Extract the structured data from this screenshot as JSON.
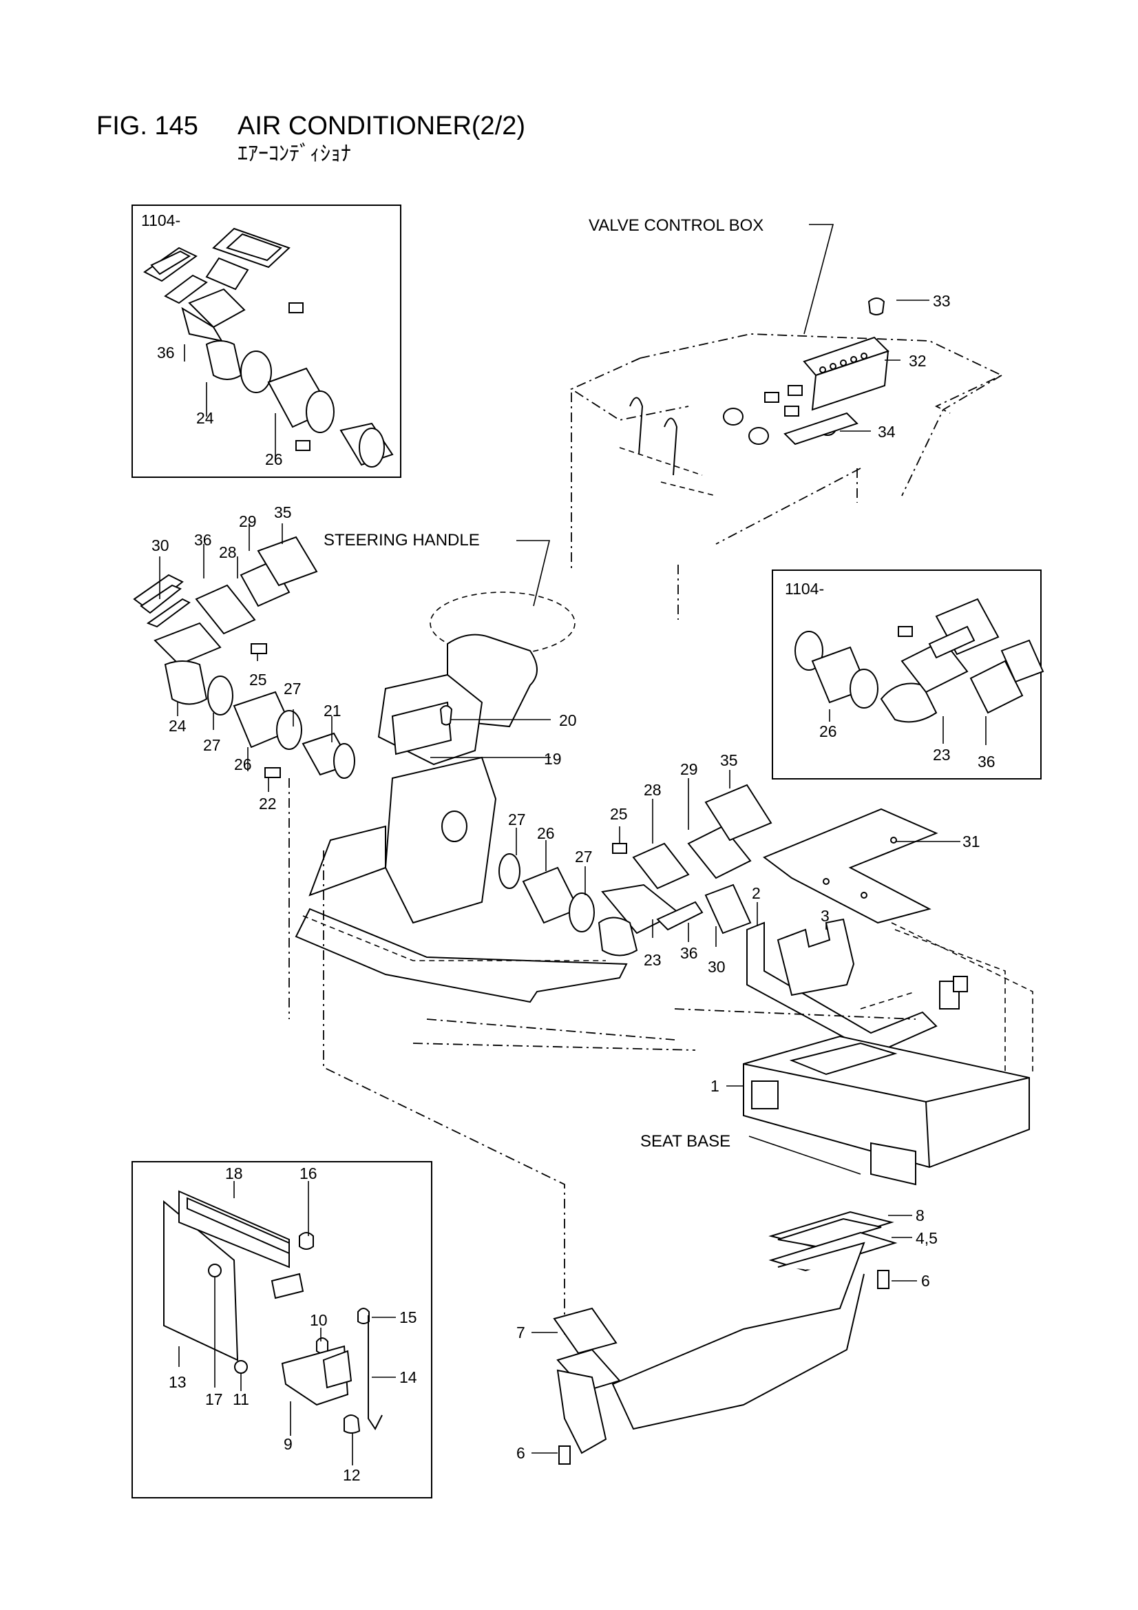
{
  "header": {
    "fig_number": "FIG. 145",
    "title": "AIR CONDITIONER(2/2)",
    "subtitle_jp": "ｴｱｰｺﾝﾃﾞｨｼｮﾅ"
  },
  "labels": {
    "valve_control_box": "VALVE CONTROL BOX",
    "steering_handle": "STEERING HANDLE",
    "seat_base": "SEAT BASE"
  },
  "inset_boxes": [
    {
      "serial": "1104-",
      "callouts": [
        "36",
        "24",
        "26"
      ]
    },
    {
      "serial": "1104-",
      "callouts": [
        "26",
        "23",
        "36"
      ]
    },
    {
      "serial": "",
      "callouts": [
        "18",
        "16",
        "10",
        "15",
        "14",
        "13",
        "17",
        "11",
        "9",
        "12"
      ]
    }
  ],
  "callouts": {
    "c33": "33",
    "c32": "32",
    "c34": "34",
    "c30a": "30",
    "c36a": "36",
    "c28a": "28",
    "c29a": "29",
    "c35a": "35",
    "c25a": "25",
    "c24": "24",
    "c27a": "27",
    "c27b": "27",
    "c21": "21",
    "c26a": "26",
    "c22": "22",
    "c20": "20",
    "c19": "19",
    "c28b": "28",
    "c29b": "29",
    "c35b": "35",
    "c25b": "25",
    "c27c": "27",
    "c26b": "26",
    "c27d": "27",
    "c31": "31",
    "c2": "2",
    "c3": "3",
    "c23": "23",
    "c36b": "36",
    "c30b": "30",
    "c1": "1",
    "c8": "8",
    "c45": "4,5",
    "c6a": "6",
    "c7": "7",
    "c6b": "6"
  }
}
